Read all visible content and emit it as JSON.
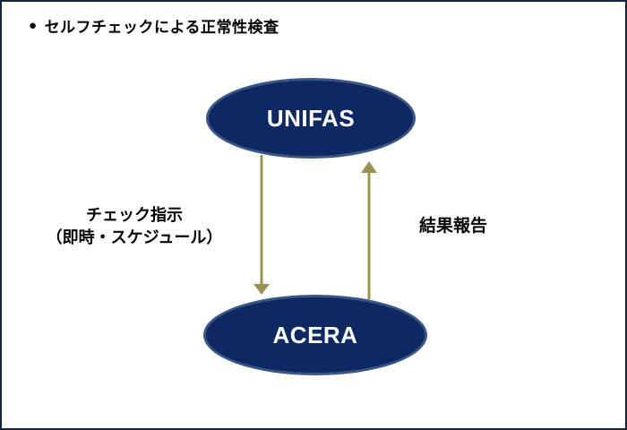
{
  "page": {
    "bullet_icon": "●",
    "title": "セルフチェックによる正常性検査"
  },
  "diagram": {
    "nodes": [
      {
        "id": "unifas",
        "label": "UNIFAS"
      },
      {
        "id": "acera",
        "label": "ACERA"
      }
    ],
    "edges": [
      {
        "from": "UNIFAS",
        "to": "ACERA",
        "direction": "down",
        "label_line1": "チェック指示",
        "label_line2": "（即時・スケジュール）"
      },
      {
        "from": "ACERA",
        "to": "UNIFAS",
        "direction": "up",
        "label": "結果報告"
      }
    ]
  },
  "colors": {
    "frame_border": "#16243d",
    "background": "#ffffff",
    "node_fill": "#0e2961",
    "node_border": "#3a5685",
    "node_text": "#ffffff",
    "arrow": "#9a9450",
    "label_text": "#000000"
  }
}
